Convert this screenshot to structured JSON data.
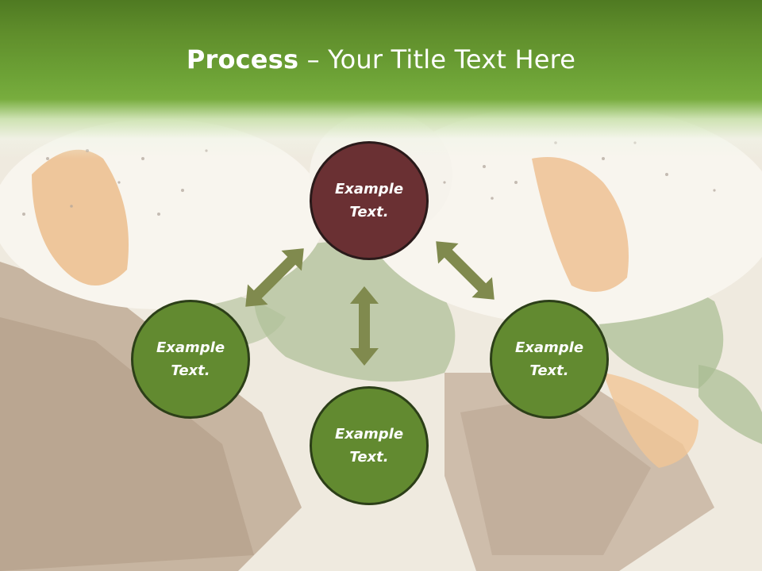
{
  "slide": {
    "title_bold": "Process",
    "title_rest": " – Your Title Text Here"
  },
  "nodes": {
    "top": {
      "line1": "Example",
      "line2": "Text."
    },
    "left": {
      "line1": "Example",
      "line2": "Text."
    },
    "bottom": {
      "line1": "Example",
      "line2": "Text."
    },
    "right": {
      "line1": "Example",
      "line2": "Text."
    }
  },
  "colors": {
    "header_green": "#5f8d2b",
    "node_green": "#628a30",
    "node_highlight": "#6a3033",
    "arrow": "#808a4e"
  }
}
